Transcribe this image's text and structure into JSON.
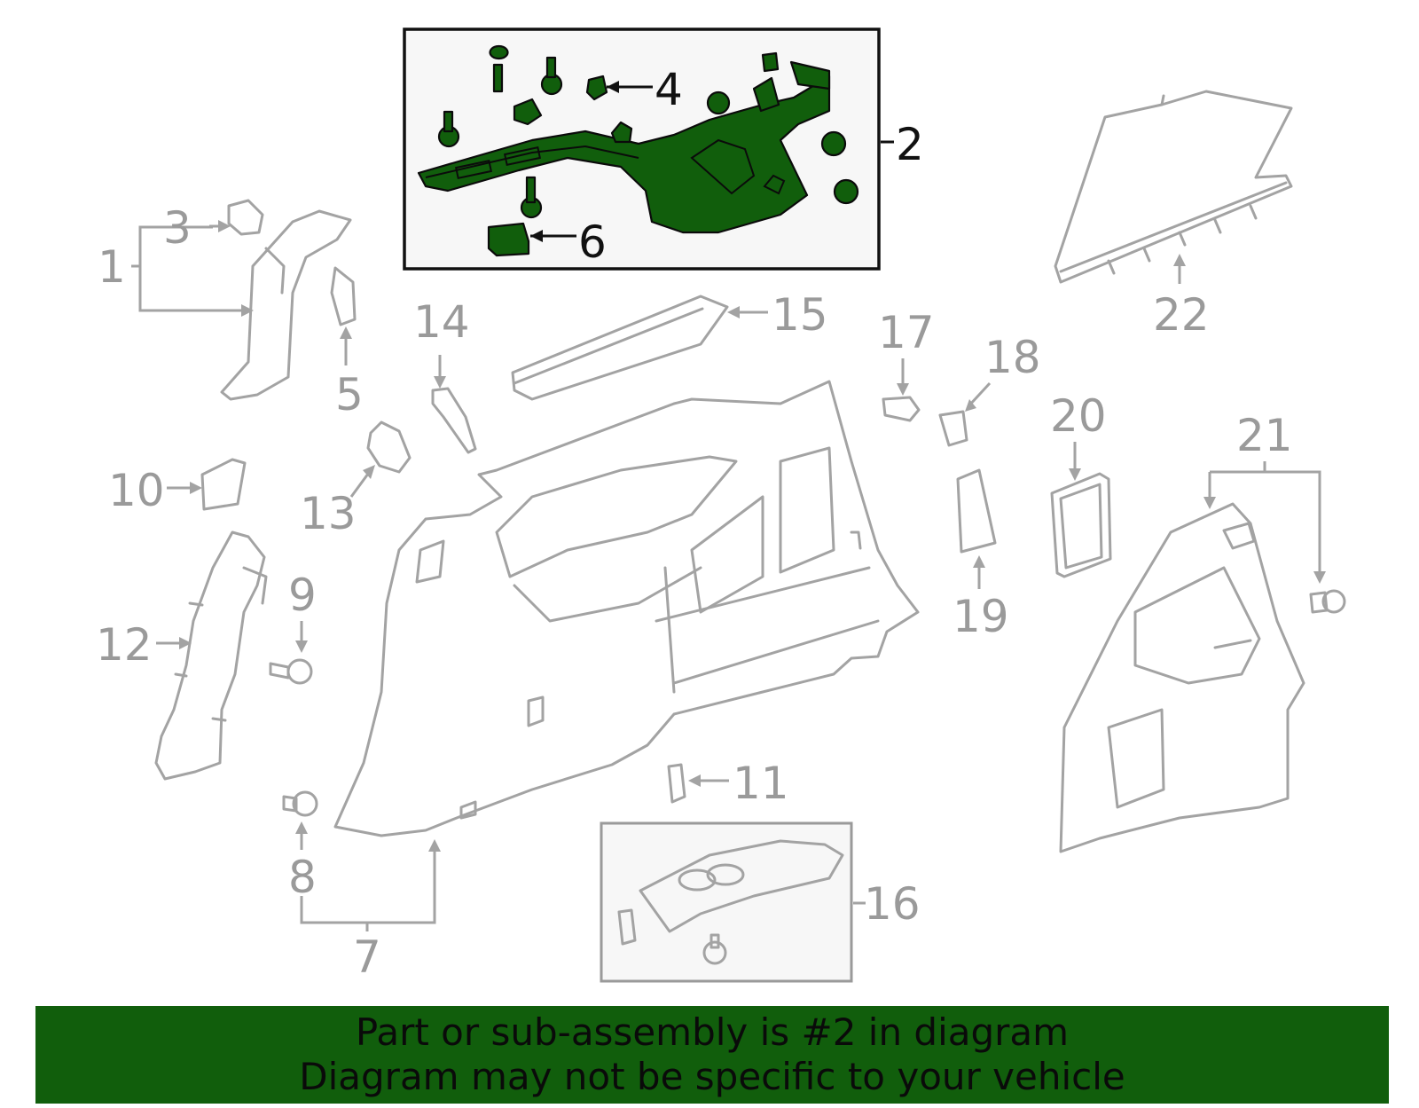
{
  "colors": {
    "highlight_fill": "#115e0c",
    "highlight_text": "#111111",
    "line_gray": "#a3a3a3",
    "label_gray": "#9a9a9a",
    "banner_bg": "#115e0c"
  },
  "callouts": {
    "c1": "1",
    "c2": "2",
    "c3": "3",
    "c4": "4",
    "c5": "5",
    "c6": "6",
    "c7": "7",
    "c8": "8",
    "c9": "9",
    "c10": "10",
    "c11": "11",
    "c12": "12",
    "c13": "13",
    "c14": "14",
    "c15": "15",
    "c16": "16",
    "c17": "17",
    "c18": "18",
    "c19": "19",
    "c20": "20",
    "c21": "21",
    "c22": "22"
  },
  "banner": {
    "line1": "Part or sub-assembly is #2 in diagram",
    "line2": "Diagram may not be specific to your vehicle"
  }
}
